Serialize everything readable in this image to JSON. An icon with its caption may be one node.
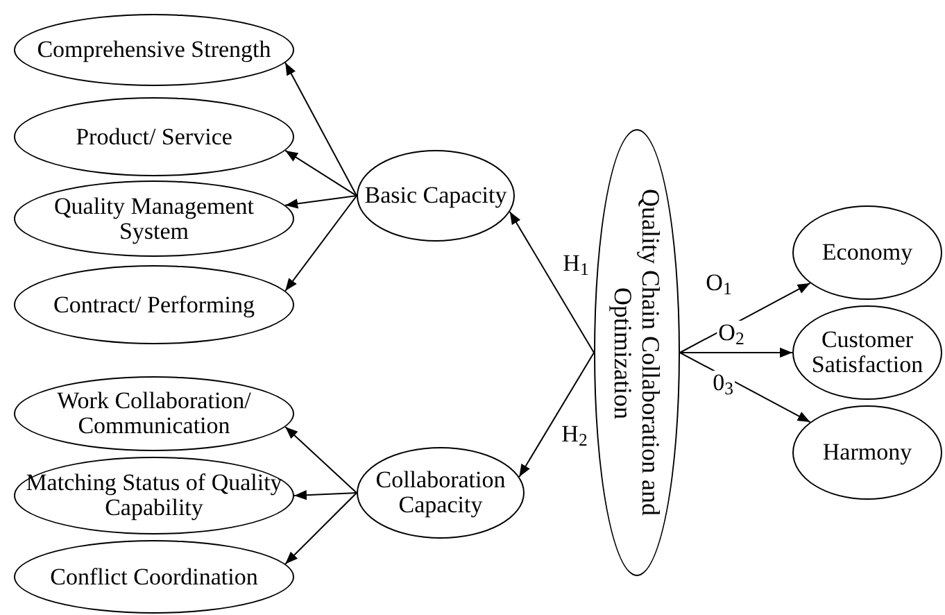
{
  "diagram": {
    "nodes": [
      {
        "text": [
          "Comprehensive Strength"
        ]
      },
      {
        "text": [
          "Product/ Service"
        ]
      },
      {
        "text": [
          "Quality Management System"
        ]
      },
      {
        "text": [
          "Contract/ Performing"
        ]
      },
      {
        "text": [
          "Work Collaboration/ Communication"
        ]
      },
      {
        "text": [
          "Matching Status of Quality Capability"
        ]
      },
      {
        "text": [
          "Conflict Coordination"
        ]
      },
      {
        "text": [
          "Basic Capacity"
        ]
      },
      {
        "text": [
          "Collaboration Capacity"
        ]
      },
      {
        "text": [
          "Quality Chain Collaboration and Optimization"
        ]
      },
      {
        "text": [
          "Economy"
        ]
      },
      {
        "text": [
          "Customer Satisfaction"
        ]
      },
      {
        "text": [
          "Harmony"
        ]
      }
    ],
    "edges": [
      {
        "from": 7,
        "to": 0,
        "arrow": "to"
      },
      {
        "from": 7,
        "to": 1,
        "arrow": "to"
      },
      {
        "from": 7,
        "to": 2,
        "arrow": "to"
      },
      {
        "from": 7,
        "to": 3,
        "arrow": "to"
      },
      {
        "from": 8,
        "to": 4,
        "arrow": "to"
      },
      {
        "from": 8,
        "to": 5,
        "arrow": "to"
      },
      {
        "from": 8,
        "to": 6,
        "arrow": "to"
      },
      {
        "from": 9,
        "to": 7,
        "arrow": "to",
        "label": "H$_{1}$"
      },
      {
        "from": 9,
        "to": 8,
        "arrow": "to",
        "label": "H$_{2}$"
      },
      {
        "from": 9,
        "to": 10,
        "arrow": "to",
        "label": "O$_{1}$"
      },
      {
        "from": 9,
        "to": 11,
        "arrow": "to",
        "label": "O$_{2}$"
      },
      {
        "from": 9,
        "to": 12,
        "arrow": "to",
        "label": "0$_{3}$"
      }
    ]
  }
}
